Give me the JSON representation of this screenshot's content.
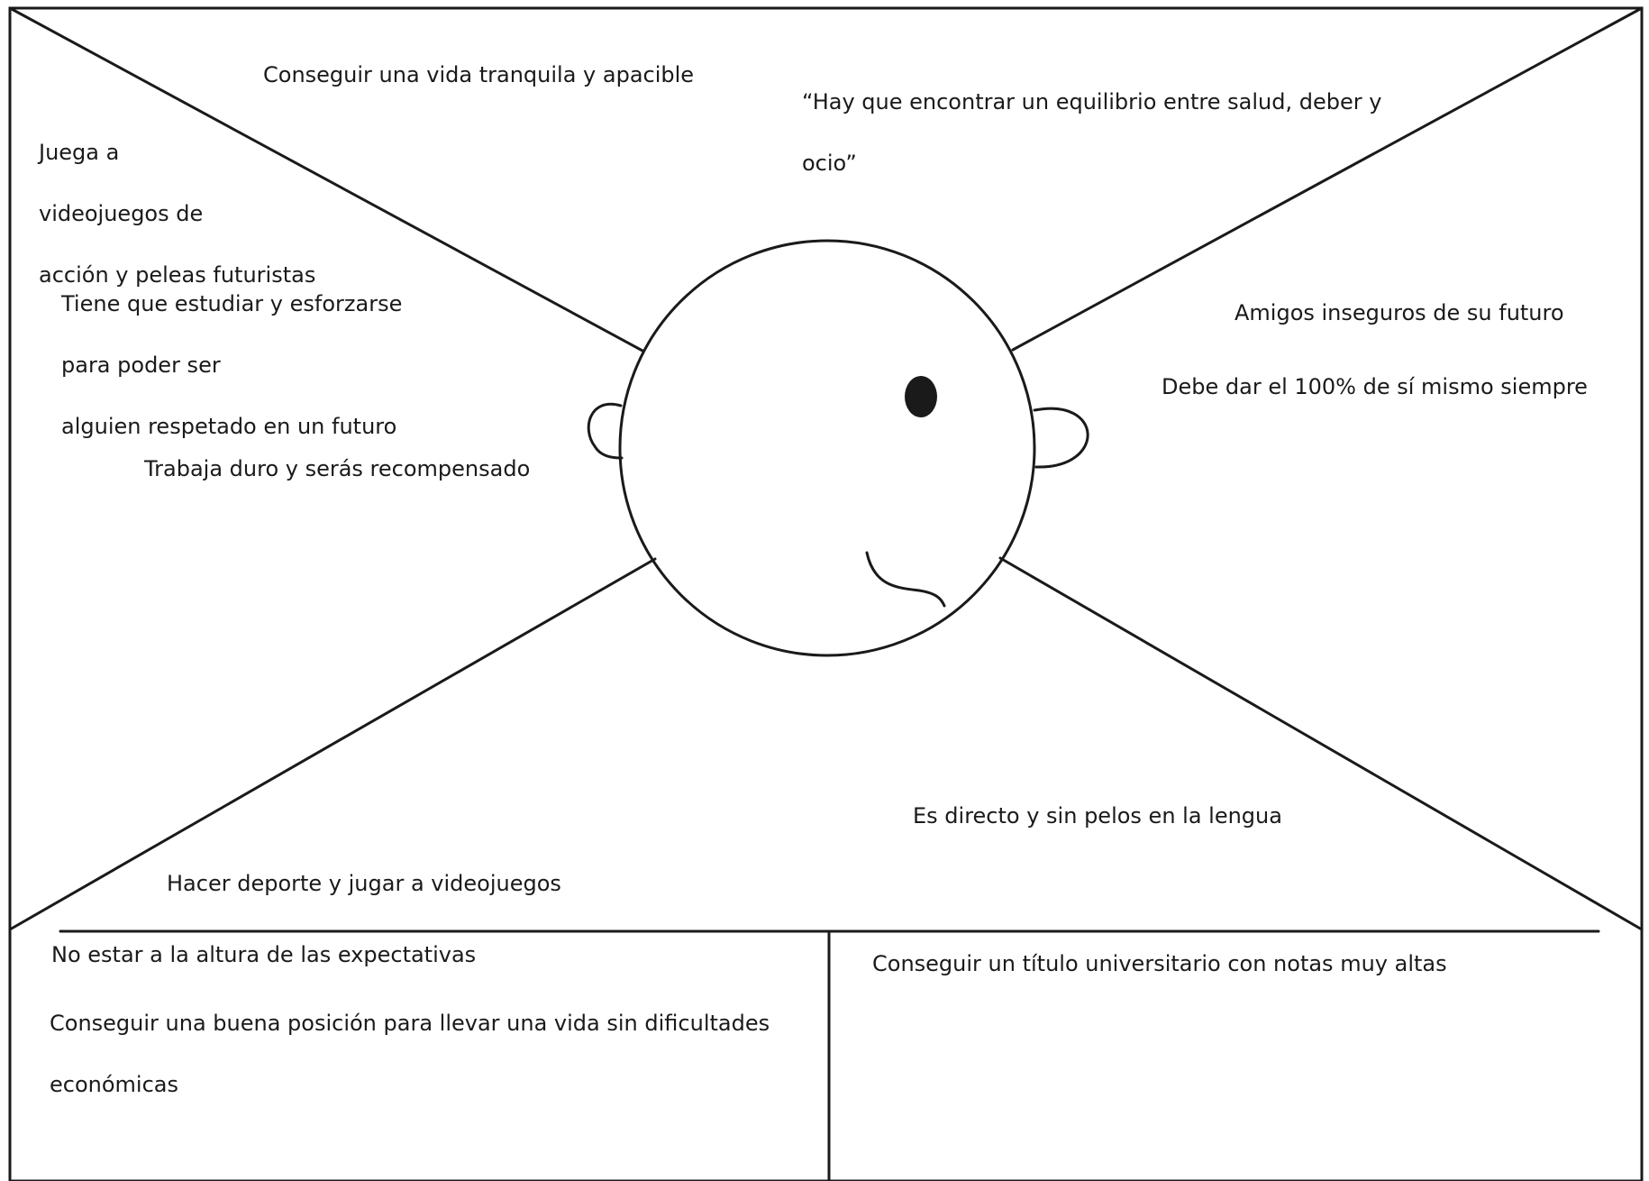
{
  "empathy_map": {
    "think_and_feel": {
      "note_1": "Conseguir una vida tranquila y apacible",
      "note_2": [
        "“Hay que encontrar un equilibrio entre salud, deber y",
        "ocio”"
      ]
    },
    "see": {
      "note_1": [
        "Juega a",
        "videojuegos de",
        "acción y peleas futuristas"
      ],
      "note_2": [
        "Tiene que estudiar y esforzarse",
        "para poder ser",
        "alguien respetado en un futuro"
      ],
      "note_3": "Trabaja duro y serás recompensado"
    },
    "hear": {
      "note_1": "Amigos inseguros de su futuro",
      "note_2": "Debe dar el 100% de sí mismo siempre"
    },
    "say_and_do": {
      "note_1": "Es directo y sin pelos en la lengua",
      "note_2": "Hacer deporte y jugar a videojuegos"
    },
    "pains": {
      "note_1": "No estar a la altura de las expectativas",
      "note_2": [
        "Conseguir una buena posición para llevar una vida sin dificultades",
        "económicas"
      ]
    },
    "gains": {
      "note_1": "Conseguir un título universitario con notas muy altas"
    }
  },
  "colors": {
    "stroke": "#1a1a1a",
    "background": "#ffffff"
  }
}
